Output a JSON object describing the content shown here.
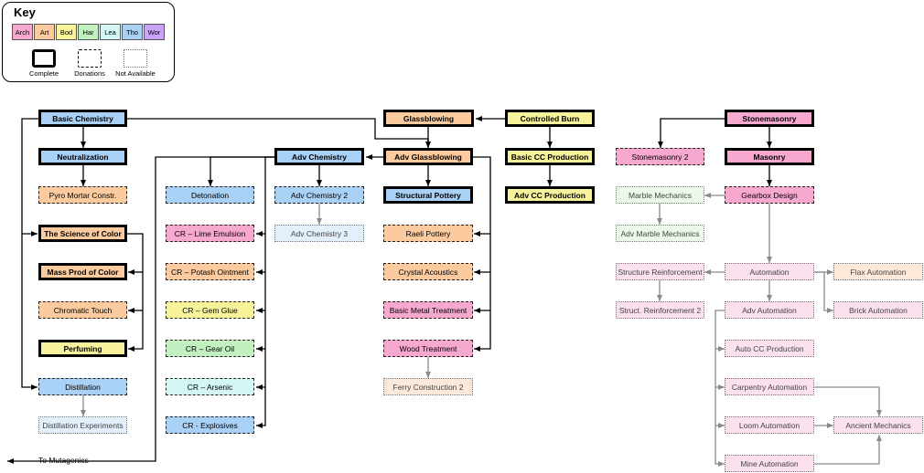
{
  "key": {
    "title": "Key",
    "categories": [
      {
        "label": "Arch",
        "color": "#f7a8cf"
      },
      {
        "label": "Art",
        "color": "#fbcb9f"
      },
      {
        "label": "Bod",
        "color": "#f7f39a"
      },
      {
        "label": "Har",
        "color": "#c3f0c1"
      },
      {
        "label": "Lea",
        "color": "#d4f7f5"
      },
      {
        "label": "Tho",
        "color": "#a9d0f5"
      },
      {
        "label": "Wor",
        "color": "#c9a3f5"
      }
    ],
    "status_labels": {
      "complete": "Complete",
      "donations": "Donations",
      "not_available": "Not Available"
    }
  },
  "colors": {
    "arch": "#f7a8cf",
    "art": "#fbcb9f",
    "bod": "#f7f39a",
    "har": "#c3f0c1",
    "lea": "#d4f7f5",
    "tho": "#a9d0f5",
    "wor": "#c9a3f5",
    "arch_na": "#fbe0ee",
    "art_na": "#fde9d9",
    "har_na": "#eaf9ea",
    "tho_na": "#e3f0fc",
    "line": "#000000",
    "line_na": "#8a8a8a"
  },
  "nodes": {
    "basic_chemistry": "Basic Chemistry",
    "neutralization": "Neutralization",
    "pyro_mortar": "Pyro Mortar Constr.",
    "science_of_color": "The Science of Color",
    "mass_prod_color": "Mass Prod of Color",
    "chromatic_touch": "Chromatic Touch",
    "perfuming": "Perfuming",
    "distillation": "Distillation",
    "distillation_experiments": "Distillation Experiments",
    "detonation": "Detonation",
    "cr_lime": "CR – Lime Emulsion",
    "cr_potash": "CR – Potash Ointment",
    "cr_gem": "CR – Gem Glue",
    "cr_gear": "CR – Gear Oil",
    "cr_arsenic": "CR – Arsenic",
    "cr_explosives": "CR - Explosives",
    "adv_chemistry": "Adv Chemistry",
    "adv_chemistry_2": "Adv Chemistry 2",
    "adv_chemistry_3": "Adv Chemistry 3",
    "glassblowing": "Glassblowing",
    "adv_glassblowing": "Adv Glassblowing",
    "structural_pottery": "Structural Pottery",
    "raeli_pottery": "Raeli Pottery",
    "crystal_acoustics": "Crystal Acoustics",
    "basic_metal": "Basic Metal Treatment",
    "wood_treatment": "Wood Treatment",
    "ferry_construction": "Ferry Construction 2",
    "controlled_burn": "Controlled Burn",
    "basic_cc": "Basic CC Production",
    "adv_cc": "Adv CC Production",
    "stonemasonry": "Stonemasonry",
    "stonemasonry_2": "Stonemasonry 2",
    "masonry": "Masonry",
    "marble_mechanics": "Marble Mechanics",
    "adv_marble": "Adv Marble Mechanics",
    "gearbox_design": "Gearbox Design",
    "structure_reinforcement": "Structure Reinforcement",
    "struct_reinforcement_2": "Struct. Reinforcement 2",
    "automation": "Automation",
    "flax_automation": "Flax Automation",
    "adv_automation": "Adv Automation",
    "brick_automation": "Brick Automation",
    "auto_cc": "Auto CC Production",
    "carpentry_automation": "Carpentry Automation",
    "loom_automation": "Loom Automation",
    "ancient_mechanics": "Ancient Mechanics",
    "mine_automation": "Mine Automation"
  },
  "footer": {
    "to_mutagenics": "To Mutagenics"
  }
}
